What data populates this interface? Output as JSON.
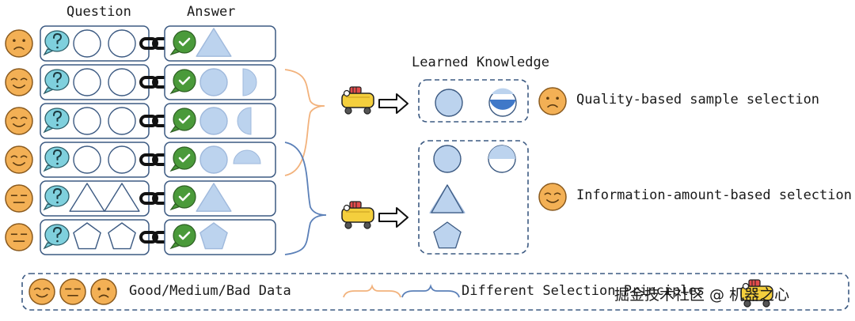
{
  "headers": {
    "question": "Question",
    "answer": "Answer"
  },
  "learned_knowledge": "Learned Knowledge",
  "selections": {
    "quality": "Quality-based sample selection",
    "information": "Information-amount-based selection"
  },
  "legend": {
    "data_quality": "Good/Medium/Bad Data",
    "selection_principles": "Different Selection Principles"
  },
  "watermark": "掘金技术社区 @ 机器之心",
  "rows": [
    {
      "quality": "bad",
      "question_shapes": [
        "circle",
        "circle"
      ],
      "answer_shapes": [
        "triangle"
      ]
    },
    {
      "quality": "good",
      "question_shapes": [
        "circle",
        "circle"
      ],
      "answer_shapes": [
        "circle",
        "half-circle-right"
      ]
    },
    {
      "quality": "good",
      "question_shapes": [
        "circle",
        "circle"
      ],
      "answer_shapes": [
        "circle",
        "half-circle-left"
      ]
    },
    {
      "quality": "good",
      "question_shapes": [
        "circle",
        "circle"
      ],
      "answer_shapes": [
        "circle",
        "half-circle-top"
      ]
    },
    {
      "quality": "medium",
      "question_shapes": [
        "triangle",
        "triangle"
      ],
      "answer_shapes": [
        "triangle"
      ]
    },
    {
      "quality": "medium",
      "question_shapes": [
        "pentagon",
        "pentagon"
      ],
      "answer_shapes": [
        "pentagon"
      ]
    }
  ],
  "colors": {
    "box_stroke": "#3c5a82",
    "fill_blue": "#bcd3ee",
    "fill_blue_dark": "#3f78c8",
    "face": "#f3b055",
    "face_stroke": "#8a5a1e",
    "check": "#4a9a3a",
    "bubble": "#7fd0dd",
    "brace_orange": "#f2b27c",
    "brace_blue": "#5b80b8"
  },
  "icons": [
    "smiley-face-icon",
    "neutral-face-icon",
    "sad-face-icon",
    "question-bubble-icon",
    "check-bubble-icon",
    "chain-link-icon",
    "air-compressor-icon",
    "hollow-arrow-icon"
  ]
}
